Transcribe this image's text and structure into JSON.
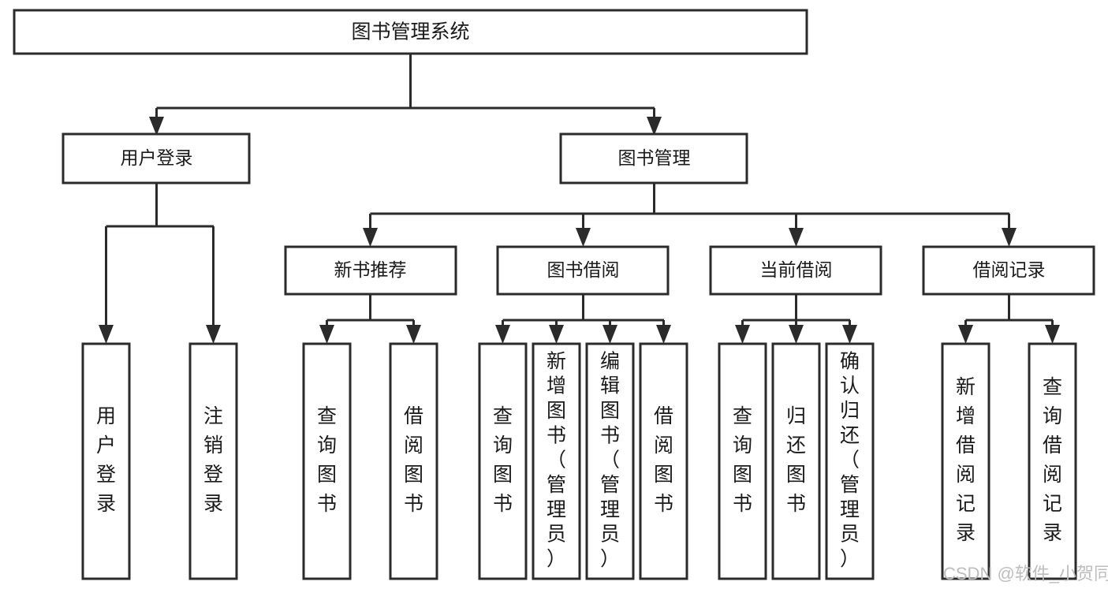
{
  "diagram": {
    "title": "图书管理系统",
    "type": "hierarchy-tree",
    "root": {
      "id": "root",
      "label": "图书管理系统"
    },
    "level1": [
      {
        "id": "user-login",
        "label": "用户登录"
      },
      {
        "id": "book-management",
        "label": "图书管理"
      }
    ],
    "level2": [
      {
        "id": "new-book-recommend",
        "label": "新书推荐",
        "parent": "book-management"
      },
      {
        "id": "book-borrow",
        "label": "图书借阅",
        "parent": "book-management"
      },
      {
        "id": "current-borrow",
        "label": "当前借阅",
        "parent": "book-management"
      },
      {
        "id": "borrow-record",
        "label": "借阅记录",
        "parent": "book-management"
      }
    ],
    "leaves": [
      {
        "id": "leaf-user-login",
        "label": "用户登录",
        "parent": "user-login"
      },
      {
        "id": "leaf-logout-login",
        "label": "注销登录",
        "parent": "user-login"
      },
      {
        "id": "leaf-query-book-1",
        "label": "查询图书",
        "parent": "new-book-recommend"
      },
      {
        "id": "leaf-borrow-book-1",
        "label": "借阅图书",
        "parent": "new-book-recommend"
      },
      {
        "id": "leaf-query-book-2",
        "label": "查询图书",
        "parent": "book-borrow"
      },
      {
        "id": "leaf-add-book",
        "label": "新增图书（管理员）",
        "parent": "book-borrow"
      },
      {
        "id": "leaf-edit-book",
        "label": "编辑图书（管理员）",
        "parent": "book-borrow"
      },
      {
        "id": "leaf-borrow-book-2",
        "label": "借阅图书",
        "parent": "book-borrow"
      },
      {
        "id": "leaf-query-book-3",
        "label": "查询图书",
        "parent": "current-borrow"
      },
      {
        "id": "leaf-return-book",
        "label": "归还图书",
        "parent": "current-borrow"
      },
      {
        "id": "leaf-confirm-return",
        "label": "确认归还（管理员）",
        "parent": "current-borrow"
      },
      {
        "id": "leaf-add-record",
        "label": "新增借阅记录",
        "parent": "borrow-record"
      },
      {
        "id": "leaf-query-record",
        "label": "查询借阅记录",
        "parent": "borrow-record"
      }
    ],
    "colors": {
      "box_fill": "#ffffff",
      "box_stroke": "#2b2b2b",
      "text": "#1a1a1a",
      "background": "#ffffff",
      "watermark": "#bdbdbd"
    }
  },
  "watermark": {
    "text": "CSDN @软件_小贺同学"
  }
}
